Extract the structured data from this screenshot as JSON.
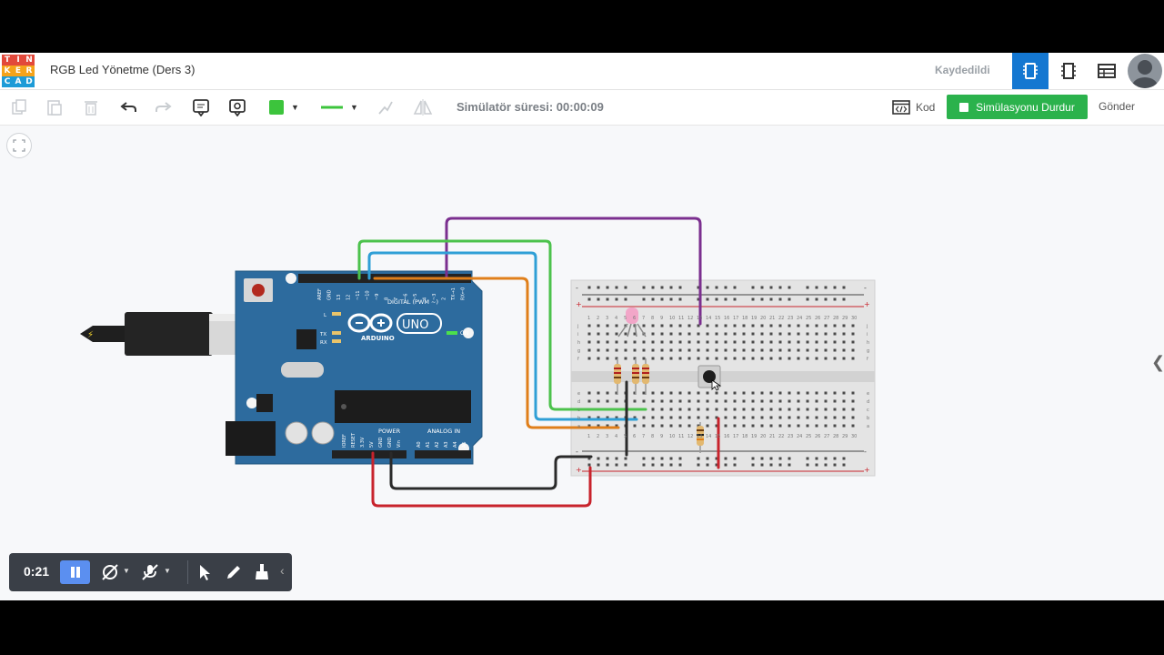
{
  "app": {
    "logo_letters": [
      "T",
      "I",
      "N",
      "K",
      "E",
      "R",
      "C",
      "A",
      "D"
    ],
    "logo_colors": [
      "#e2493b",
      "#e2493b",
      "#e2493b",
      "#f5a31a",
      "#f5a31a",
      "#f5a31a",
      "#1d9bd7",
      "#1d9bd7",
      "#1d9bd7"
    ],
    "title": "RGB Led Yönetme (Ders 3)",
    "save_status": "Kaydedildi",
    "accent": "#1477d1"
  },
  "view_buttons": [
    {
      "name": "circuit-view-icon",
      "active": true
    },
    {
      "name": "schematic-view-icon",
      "active": false
    },
    {
      "name": "component-list-icon",
      "active": false
    }
  ],
  "toolbar": {
    "sim_time": "Simülatör süresi: 00:00:09",
    "code_label": "Kod",
    "stop_label": "Simülasyonu Durdur",
    "send_label": "Gönder",
    "color_swatch": "#3cc43c"
  },
  "board": {
    "brand": "ARDUINO",
    "model": "UNO",
    "digital_label": "DIGITAL (PWM ~)",
    "power_label": "POWER",
    "analog_label": "ANALOG IN",
    "on_label": "ON",
    "led_labels": [
      "L",
      "TX",
      "RX"
    ],
    "digital_pins": [
      "AREF",
      "GND",
      "13",
      "12",
      "~11",
      "~10",
      "~9",
      "8",
      "7",
      "~6",
      "~5",
      "4",
      "~3",
      "2",
      "TX→1",
      "RX←0"
    ],
    "power_pins": [
      "IOREF",
      "RESET",
      "3.3V",
      "5V",
      "GND",
      "GND",
      "Vin"
    ],
    "analog_pins": [
      "A0",
      "A1",
      "A2",
      "A3",
      "A4",
      "A5"
    ]
  },
  "breadboard": {
    "row_letters_top": [
      "j",
      "i",
      "h",
      "g",
      "f"
    ],
    "row_letters_bottom": [
      "e",
      "d",
      "c",
      "b",
      "a"
    ],
    "columns": 30
  },
  "wires": {
    "purple": "#7b2f8f",
    "green": "#4cc24c",
    "blue": "#2f9fd6",
    "orange": "#e07f1a",
    "black": "#2a2a2a",
    "red": "#c8232c"
  },
  "recorder": {
    "time": "0:21"
  }
}
